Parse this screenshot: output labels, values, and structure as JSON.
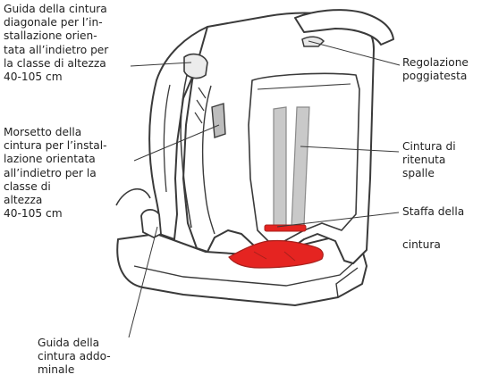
{
  "labels": {
    "diagonal_guide": "Guida della cintura\ndiagonale per l’in-\nstallazione orien-\ntata all’indietro per\nla classe di altezza\n40-105 cm",
    "belt_clamp": "Morsetto della\ncintura per l’instal-\nlazione orientata\nall’indietro per la\nclasse di\naltezza\n40-105 cm",
    "lap_guide": "Guida della\ncintura addo-\nminale",
    "headrest_adjust": "Regolazione\npoggiatesta",
    "shoulder_belts": "Cintura di\nritenuta\nspalle",
    "bracket_line1": "Staffa della",
    "bracket_line2": "cintura"
  },
  "colors": {
    "outline": "#3a3a3a",
    "seat_fill": "#ffffff",
    "belt_gray": "#c9c9c9",
    "belt_stroke": "#8a8a8a",
    "red": "#e52421",
    "dark_red": "#a8201c",
    "text": "#222222"
  }
}
